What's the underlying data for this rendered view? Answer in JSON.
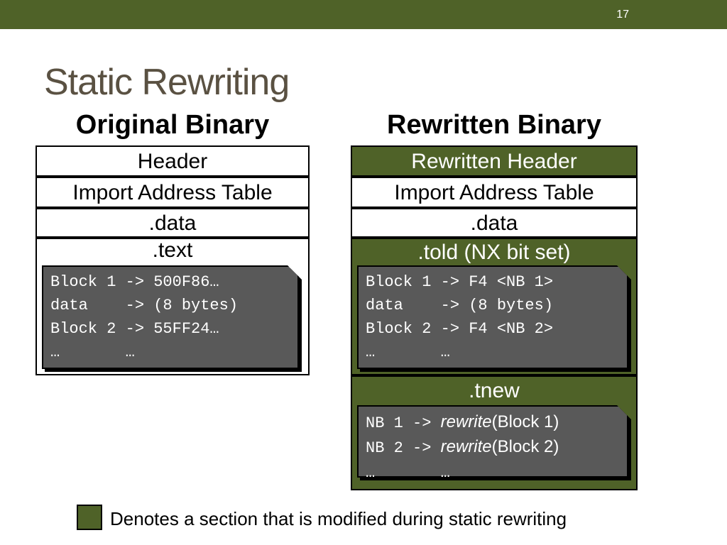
{
  "slide_number": "17",
  "title": "Static Rewriting",
  "original": {
    "heading": "Original Binary",
    "header": "Header",
    "iat": "Import Address Table",
    "data": ".data",
    "text": ".text",
    "code": [
      {
        "a": "Block 1 -> 500F86…"
      },
      {
        "a": "data    -> (8 bytes)"
      },
      {
        "a": "Block 2 -> 55FF24…"
      },
      {
        "a": "…       …"
      }
    ]
  },
  "rewritten": {
    "heading": "Rewritten Binary",
    "header": "Rewritten Header",
    "iat": "Import Address Table",
    "data": ".data",
    "told": ".told (NX bit set)",
    "told_code": [
      {
        "a": "Block 1 -> F4 <NB 1>"
      },
      {
        "a": "data    -> (8 bytes)"
      },
      {
        "a": "Block 2 -> F4 <NB 2>"
      },
      {
        "a": "…       …"
      }
    ],
    "tnew": ".tnew",
    "tnew_code": [
      {
        "mono": "NB 1 -> ",
        "italic": "rewrite",
        "rest": "(Block 1)"
      },
      {
        "mono": "NB 2 -> ",
        "italic": "rewrite",
        "rest": "(Block 2)"
      },
      {
        "mono": "…       …",
        "italic": "",
        "rest": ""
      }
    ]
  },
  "legend": "Denotes a section that is modified during static rewriting",
  "colors": {
    "modified": "#4f6228",
    "code_bg": "#595959",
    "title": "#5a5142"
  }
}
